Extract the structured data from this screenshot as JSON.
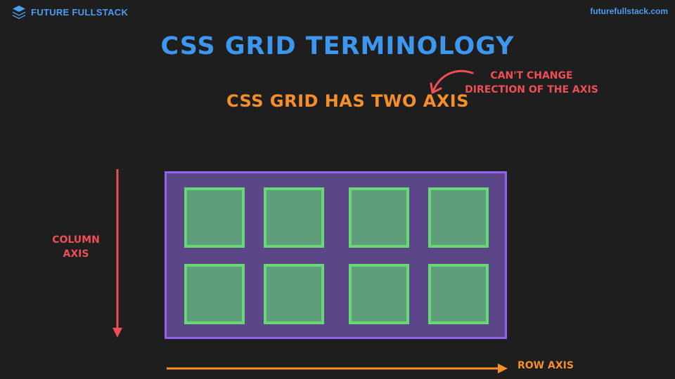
{
  "header": {
    "brand_name": "FUTURE FULLSTACK",
    "site_url": "futurefullstack.com",
    "logo_icon": "stacked-layers-icon"
  },
  "slide": {
    "title": "CSS GRID TERMINOLOGY",
    "subtitle": "CSS GRID HAS TWO AXIS",
    "note_line1": "CAN'T CHANGE",
    "note_line2": "DIRECTION OF THE AXIS",
    "column_axis_line1": "COLUMN",
    "column_axis_line2": "AXIS",
    "row_axis_label": "ROW AXIS"
  },
  "diagram": {
    "grid_rows": 2,
    "grid_columns": 4,
    "item_count": 8
  },
  "colors": {
    "background": "#1e1e1e",
    "brand_blue": "#3d97ee",
    "accent_orange": "#f58f2b",
    "accent_red": "#ee4f54",
    "container_fill": "#5b4688",
    "container_border": "#9162ee",
    "item_fill": "#5f9e7a",
    "item_border": "#68d877"
  }
}
